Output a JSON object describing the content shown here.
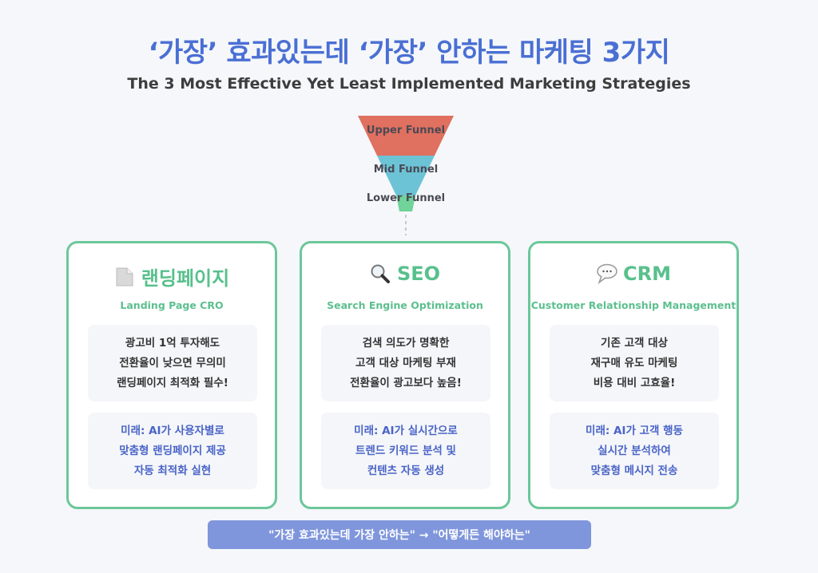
{
  "header": {
    "title": "‘가장’ 효과있는데 ‘가장’ 안하는 마케팅 3가지",
    "subtitle": "The 3 Most Effective Yet Least Implemented Marketing Strategies"
  },
  "funnel": {
    "stages": [
      {
        "label": "Upper Funnel",
        "color": "#e0705f"
      },
      {
        "label": "Mid Funnel",
        "color": "#6cc3d5"
      },
      {
        "label": "Lower Funnel",
        "color": "#6fd39a"
      }
    ]
  },
  "cards": [
    {
      "icon": "page-icon",
      "title": "랜딩페이지",
      "subtitle": "Landing Page CRO",
      "problem": [
        "광고비 1억 투자해도",
        "전환율이 낮으면 무의미",
        "랜딩페이지 최적화 필수!"
      ],
      "future": [
        "미래: AI가 사용자별로",
        "맞춤형 랜딩페이지 제공",
        "자동 최적화 실현"
      ]
    },
    {
      "icon": "magnifier-icon",
      "title": "SEO",
      "subtitle": "Search Engine Optimization",
      "problem": [
        "검색 의도가 명확한",
        "고객 대상 마케팅 부재",
        "전환율이 광고보다 높음!"
      ],
      "future": [
        "미래: AI가 실시간으로",
        "트렌드 키워드 분석 및",
        "컨텐츠 자동 생성"
      ]
    },
    {
      "icon": "speech-bubble-icon",
      "title": "CRM",
      "subtitle": "Customer Relationship Management",
      "problem": [
        "기존 고객 대상",
        "재구매 유도 마케팅",
        "비용 대비 고효율!"
      ],
      "future": [
        "미래: AI가 고객 행동",
        "실시간 분석하여",
        "맞춤형 메시지 전송"
      ]
    }
  ],
  "footer": {
    "text": "\"가장 효과있는데 가장 안하는\" → \"어떻게든 해야하는\""
  },
  "colors": {
    "title": "#4a6fd4",
    "accent_green": "#58c08c",
    "future_text": "#4a64c8",
    "footer_bg": "#7f96dc"
  }
}
